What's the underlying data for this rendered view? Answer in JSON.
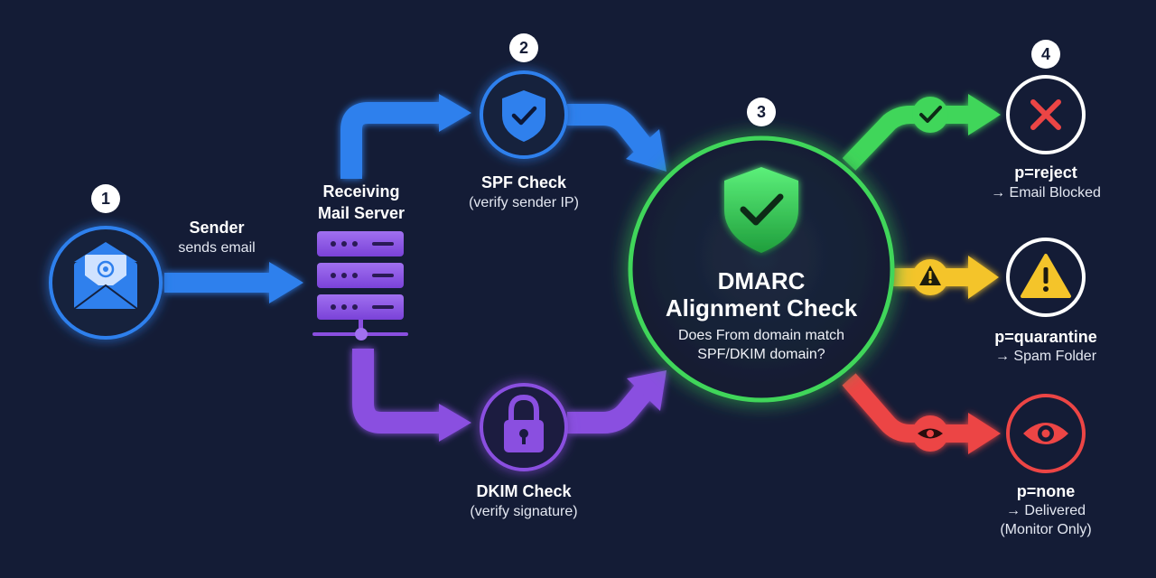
{
  "steps": {
    "s1": "1",
    "s2": "2",
    "s3": "3",
    "s4": "4"
  },
  "sender": {
    "title": "Sender",
    "subtitle": "sends email",
    "icon": "email-envelope-icon"
  },
  "server": {
    "line1": "Receiving",
    "line2": "Mail Server",
    "icon": "server-rack-icon"
  },
  "spf": {
    "title": "SPF Check",
    "subtitle": "(verify sender IP)",
    "icon": "shield-check-icon"
  },
  "dkim": {
    "title": "DKIM Check",
    "subtitle": "(verify signature)",
    "icon": "padlock-icon"
  },
  "dmarc": {
    "line1": "DMARC",
    "line2": "Alignment Check",
    "question1": "Does From domain match",
    "question2": "SPF/DKIM domain?",
    "icon": "green-shield-check-icon"
  },
  "outcomes": {
    "reject": {
      "policy": "p=reject",
      "result": "→ Email Blocked",
      "icon": "x-mark-icon"
    },
    "quarantine": {
      "policy": "p=quarantine",
      "result": "→ Spam Folder",
      "icon": "warning-icon"
    },
    "none": {
      "policy": "p=none",
      "result": "→ Delivered",
      "note": "(Monitor Only)",
      "icon": "eye-icon"
    }
  },
  "colors": {
    "background": "#141c36",
    "blue": "#2f80ed",
    "purple": "#8a4fe0",
    "green": "#3fd65a",
    "yellow": "#f4c42a",
    "red": "#ec4545"
  }
}
